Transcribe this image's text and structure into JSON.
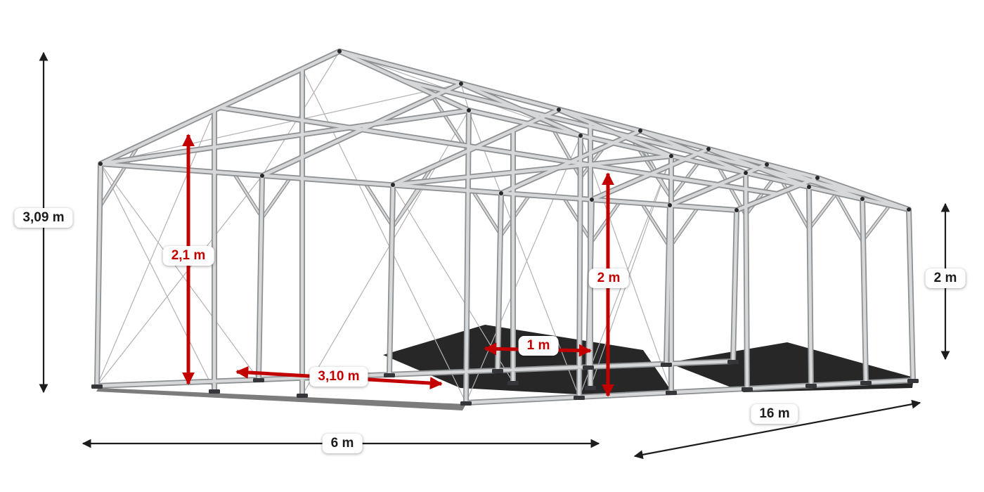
{
  "dimensions": {
    "total_height": {
      "label": "3,09 m",
      "color": "#1c1c1c"
    },
    "door_height": {
      "label": "2,1 m",
      "color": "#c30000"
    },
    "door_width": {
      "label": "3,10 m",
      "color": "#c30000"
    },
    "front_width": {
      "label": "6 m",
      "color": "#1c1c1c"
    },
    "passage_width": {
      "label": "1 m",
      "color": "#c30000"
    },
    "passage_height": {
      "label": "2 m",
      "color": "#c30000"
    },
    "side_length": {
      "label": "16 m",
      "color": "#1c1c1c"
    },
    "side_height": {
      "label": "2 m",
      "color": "#1c1c1c"
    }
  },
  "colors": {
    "background": "#ffffff",
    "frame_light": "#d6d7d8",
    "frame_dark": "#8e9193",
    "cable": "#b0b2b4",
    "shadow": "#101010",
    "dimension_black": "#1c1c1c",
    "dimension_red": "#c30000",
    "label_background": "#ffffff"
  }
}
